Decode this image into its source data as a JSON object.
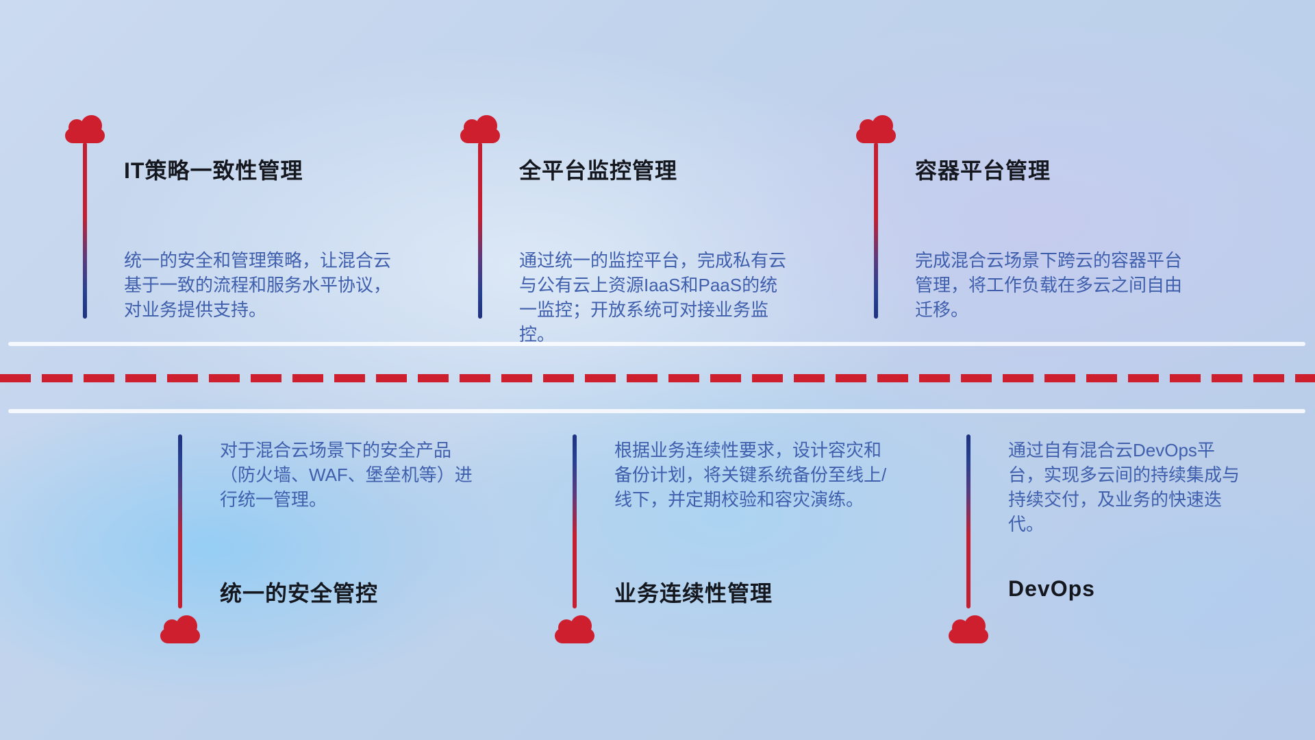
{
  "colors": {
    "accent_red": "#ce1f2f",
    "accent_blue": "#27408f",
    "title_text": "#15171e",
    "body_text": "#3f5fad"
  },
  "top_items": [
    {
      "title": "IT策略一致性管理",
      "description": "统一的安全和管理策略，让混合云基于一致的流程和服务水平协议，对业务提供支持。"
    },
    {
      "title": "全平台监控管理",
      "description": "通过统一的监控平台，完成私有云与公有云上资源IaaS和PaaS的统一监控；开放系统可对接业务监控。"
    },
    {
      "title": "容器平台管理",
      "description": "完成混合云场景下跨云的容器平台管理，将工作负载在多云之间自由迁移。"
    }
  ],
  "bottom_items": [
    {
      "title": "统一的安全管控",
      "description": "对于混合云场景下的安全产品（防火墙、WAF、堡垒机等）进行统一管理。"
    },
    {
      "title": "业务连续性管理",
      "description": "根据业务连续性要求，设计容灾和备份计划，将关键系统备份至线上/线下，并定期校验和容灾演练。"
    },
    {
      "title": "DevOps",
      "description": "通过自有混合云DevOps平台，实现多云间的持续集成与持续交付，及业务的快速迭代。"
    }
  ]
}
